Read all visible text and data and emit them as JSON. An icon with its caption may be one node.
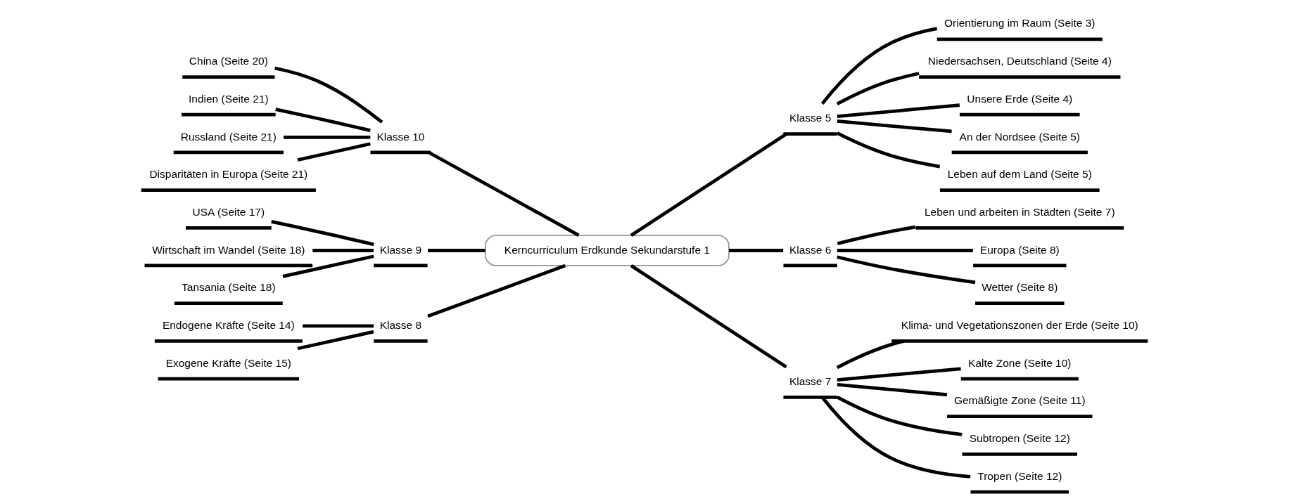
{
  "diagram": {
    "nodes": [
      {
        "text": [
          "Kerncurriculum Erdkunde Sekundarstufe 1"
        ]
      },
      {
        "text": [
          "Klasse 10"
        ]
      },
      {
        "text": [
          "China (Seite 20)"
        ]
      },
      {
        "text": [
          "Indien (Seite 21)"
        ]
      },
      {
        "text": [
          "Russland (Seite 21)"
        ]
      },
      {
        "text": [
          "Disparitäten in Europa (Seite 21)"
        ]
      },
      {
        "text": [
          "Klasse 9"
        ]
      },
      {
        "text": [
          "USA (Seite 17)"
        ]
      },
      {
        "text": [
          "Wirtschaft im Wandel (Seite 18)"
        ]
      },
      {
        "text": [
          "Tansania (Seite 18)"
        ]
      },
      {
        "text": [
          "Klasse 8"
        ]
      },
      {
        "text": [
          "Endogene Kräfte (Seite 14)"
        ]
      },
      {
        "text": [
          "Exogene Kräfte (Seite 15)"
        ]
      },
      {
        "text": [
          "Klasse 5"
        ]
      },
      {
        "text": [
          "Orientierung im Raum (Seite 3)"
        ]
      },
      {
        "text": [
          "Niedersachsen, Deutschland (Seite 4)"
        ]
      },
      {
        "text": [
          "Unsere Erde (Seite 4)"
        ]
      },
      {
        "text": [
          "An der Nordsee (Seite 5)"
        ]
      },
      {
        "text": [
          "Leben auf dem Land (Seite 5)"
        ]
      },
      {
        "text": [
          "Klasse 6"
        ]
      },
      {
        "text": [
          "Leben und arbeiten in Städten (Seite 7)"
        ]
      },
      {
        "text": [
          "Europa (Seite 8)"
        ]
      },
      {
        "text": [
          "Wetter (Seite 8)"
        ]
      },
      {
        "text": [
          "Klasse 7"
        ]
      },
      {
        "text": [
          "Klima- und Vegetationszonen der Erde (Seite 10)"
        ]
      },
      {
        "text": [
          "Kalte Zone (Seite 10)"
        ]
      },
      {
        "text": [
          "Gemäßigte Zone (Seite 11)"
        ]
      },
      {
        "text": [
          "Subtropen (Seite 12)"
        ]
      },
      {
        "text": [
          "Tropen (Seite 12)"
        ]
      }
    ],
    "edges": [
      {
        "from": 0,
        "to": 1,
        "arrow": "none"
      },
      {
        "from": 1,
        "to": 2,
        "arrow": "none"
      },
      {
        "from": 1,
        "to": 3,
        "arrow": "none"
      },
      {
        "from": 1,
        "to": 4,
        "arrow": "none"
      },
      {
        "from": 1,
        "to": 5,
        "arrow": "none"
      },
      {
        "from": 0,
        "to": 6,
        "arrow": "none"
      },
      {
        "from": 6,
        "to": 7,
        "arrow": "none"
      },
      {
        "from": 6,
        "to": 8,
        "arrow": "none"
      },
      {
        "from": 6,
        "to": 9,
        "arrow": "none"
      },
      {
        "from": 0,
        "to": 10,
        "arrow": "none"
      },
      {
        "from": 10,
        "to": 11,
        "arrow": "none"
      },
      {
        "from": 10,
        "to": 12,
        "arrow": "none"
      },
      {
        "from": 0,
        "to": 13,
        "arrow": "none"
      },
      {
        "from": 13,
        "to": 14,
        "arrow": "none"
      },
      {
        "from": 13,
        "to": 15,
        "arrow": "none"
      },
      {
        "from": 13,
        "to": 16,
        "arrow": "none"
      },
      {
        "from": 13,
        "to": 17,
        "arrow": "none"
      },
      {
        "from": 13,
        "to": 18,
        "arrow": "none"
      },
      {
        "from": 0,
        "to": 19,
        "arrow": "none"
      },
      {
        "from": 19,
        "to": 20,
        "arrow": "none"
      },
      {
        "from": 19,
        "to": 21,
        "arrow": "none"
      },
      {
        "from": 19,
        "to": 22,
        "arrow": "none"
      },
      {
        "from": 0,
        "to": 23,
        "arrow": "none"
      },
      {
        "from": 23,
        "to": 24,
        "arrow": "none"
      },
      {
        "from": 23,
        "to": 25,
        "arrow": "none"
      },
      {
        "from": 23,
        "to": 26,
        "arrow": "none"
      },
      {
        "from": 23,
        "to": 27,
        "arrow": "none"
      },
      {
        "from": 23,
        "to": 28,
        "arrow": "none"
      }
    ]
  }
}
